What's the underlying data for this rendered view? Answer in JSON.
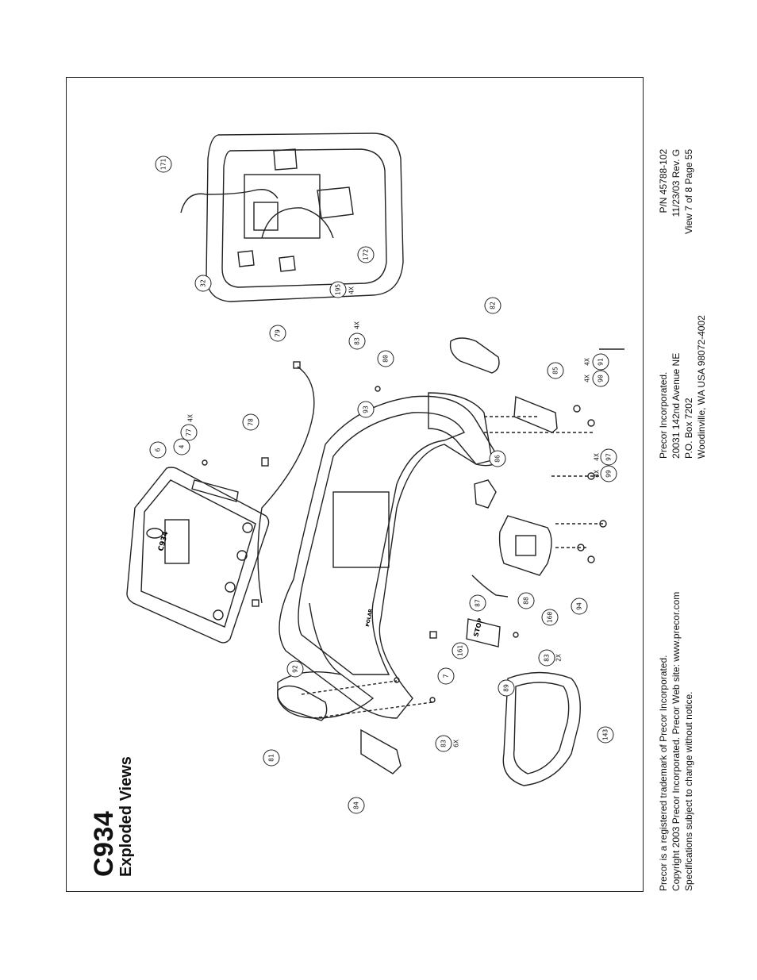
{
  "header": {
    "model": "C934",
    "title": "Exploded Views"
  },
  "footer": {
    "legal_lines": [
      "Precor is a registered trademark of Precor Incorporated.",
      "Copyright 2003 Precor Incorporated. Precor Web site: www.precor.com",
      "Specifications subject to change without notice."
    ],
    "address_lines": [
      "Precor Incorporated.",
      "20031 142nd Avenue NE",
      "P.O. Box 7202",
      "Woodinville, WA    USA 98072-4002"
    ],
    "doc_info_lines": [
      "P/N 45788-102",
      "11/23/03  Rev. G",
      "View 7 of 8    Page 55"
    ]
  },
  "diagram": {
    "console_label": "C934",
    "stop_label": "STOP",
    "polar_label": "POLAR",
    "callouts": [
      "171",
      "172",
      "32",
      "195",
      "4X",
      "79",
      "83",
      "4X",
      "82",
      "80",
      "93",
      "78",
      "77",
      "4X",
      "4",
      "6",
      "85",
      "90",
      "91",
      "4X",
      "4X",
      "86",
      "99",
      "97",
      "4X",
      "4X",
      "94",
      "160",
      "88",
      "87",
      "161",
      "7",
      "83",
      "2X",
      "89",
      "92",
      "143",
      "81",
      "83",
      "6X",
      "84"
    ]
  }
}
